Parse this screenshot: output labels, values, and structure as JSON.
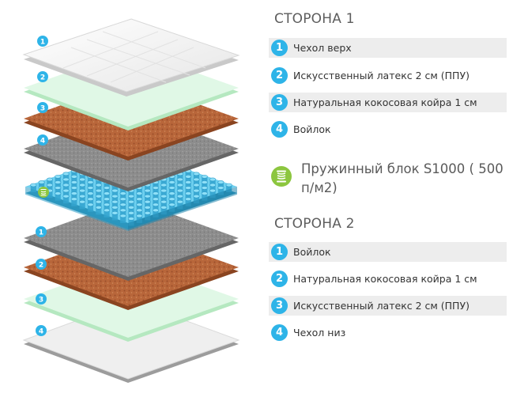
{
  "sides": [
    {
      "title": "СТОРОНА 1",
      "items": [
        {
          "num": "1",
          "label": "Чехол верх"
        },
        {
          "num": "2",
          "label": "Искусственный латекс 2 см (ППУ)"
        },
        {
          "num": "3",
          "label": "Натуральная кокосовая койра 1 см"
        },
        {
          "num": "4",
          "label": "Войлок"
        }
      ]
    },
    {
      "title": "СТОРОНА 2",
      "items": [
        {
          "num": "1",
          "label": "Войлок"
        },
        {
          "num": "2",
          "label": "Натуральная кокосовая койра 1 см"
        },
        {
          "num": "3",
          "label": "Искусственный латекс 2 см (ППУ)"
        },
        {
          "num": "4",
          "label": "Чехол низ"
        }
      ]
    }
  ],
  "spring": {
    "label": "Пружинный блок S1000 ( 500 п/м2)",
    "icon": "spring-icon"
  },
  "stack_badges": [
    "1",
    "2",
    "3",
    "4",
    "1",
    "2",
    "3",
    "4"
  ],
  "colors": {
    "accent": "#2eb4e8",
    "spring_icon": "#8cc63f",
    "cover": "#f3f3f3",
    "latex": "#dff7e4",
    "coir": "#b8663a",
    "felt": "#8f8f8f",
    "springs": "#4fc2e4"
  }
}
